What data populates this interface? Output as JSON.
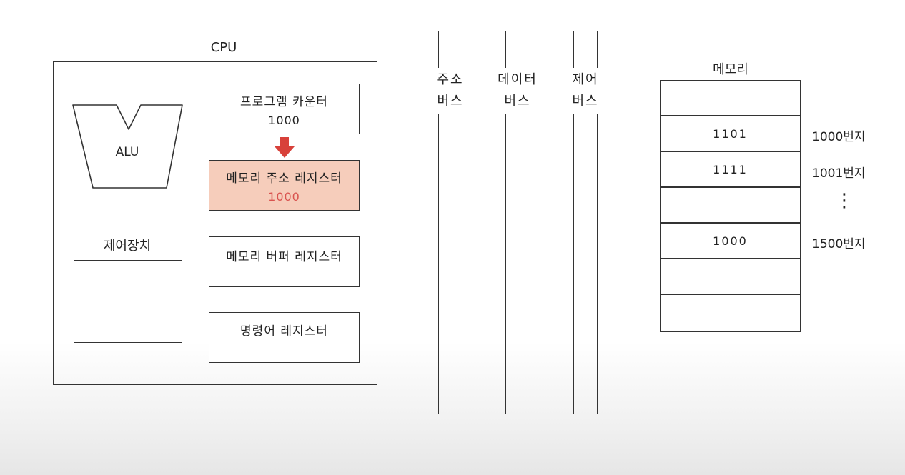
{
  "cpu": {
    "title": "CPU",
    "alu_label": "ALU",
    "control_unit_label": "제어장치",
    "registers": [
      {
        "name": "프로그램 카운터",
        "value": "1000",
        "highlight": false
      },
      {
        "name": "메모리 주소 레지스터",
        "value": "1000",
        "highlight": true
      },
      {
        "name": "메모리 버퍼 레지스터",
        "value": "",
        "highlight": false
      },
      {
        "name": "명령어 레지스터",
        "value": "",
        "highlight": false
      }
    ]
  },
  "buses": [
    {
      "line1": "주소",
      "line2": "버스"
    },
    {
      "line1": "데이터",
      "line2": "버스"
    },
    {
      "line1": "제어",
      "line2": "버스"
    }
  ],
  "memory": {
    "title": "메모리",
    "cells": [
      {
        "value": "",
        "address": "",
        "highlight": false
      },
      {
        "value": "1101",
        "address": "1000번지",
        "highlight": true
      },
      {
        "value": "1111",
        "address": "1001번지",
        "highlight": true
      },
      {
        "value": "",
        "address": "⋮",
        "highlight": true
      },
      {
        "value": "1000",
        "address": "1500번지",
        "highlight": true
      },
      {
        "value": "",
        "address": "",
        "highlight": false
      },
      {
        "value": "",
        "address": "",
        "highlight": false
      }
    ]
  },
  "colors": {
    "highlight_fill": "#f6cdbb",
    "highlight_text": "#d9534f",
    "arrow": "#d8413a",
    "stroke": "#333333"
  }
}
